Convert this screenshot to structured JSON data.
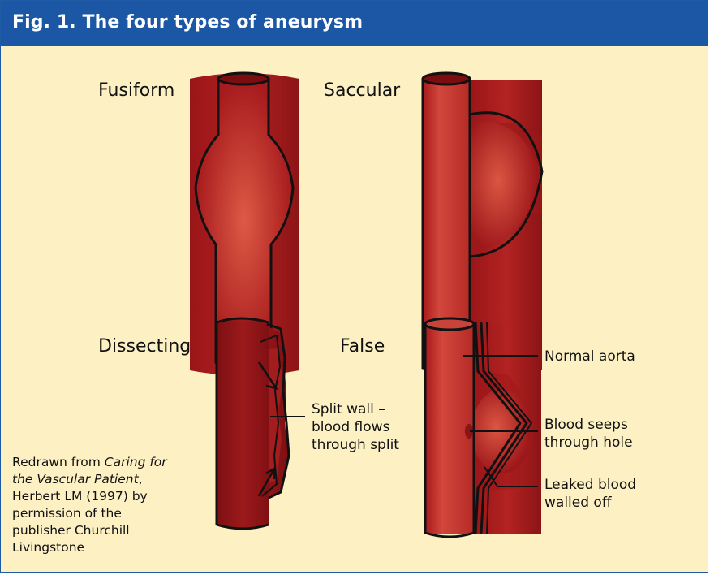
{
  "header": {
    "title": "Fig. 1. The four types of aneurysm"
  },
  "panels": {
    "fusiform": "Fusiform",
    "saccular": "Saccular",
    "dissecting": "Dissecting",
    "false": "False"
  },
  "annotations": {
    "split_wall_1": "Split wall –",
    "split_wall_2": "blood flows",
    "split_wall_3": "through split",
    "normal_aorta": "Normal aorta",
    "seeps_1": "Blood seeps",
    "seeps_2": "through hole",
    "leaked_1": "Leaked blood",
    "leaked_2": "walled off"
  },
  "credit": {
    "pre": "Redrawn from ",
    "book": "Caring for the Vascular Patient",
    "post": ", Herbert LM (1997) by permission of the publisher Churchill Livingstone"
  },
  "colors": {
    "header": "#1b57a5",
    "background": "#fdf1c4",
    "vessel": "#c1322d",
    "vessel_dark": "#8c1416"
  }
}
